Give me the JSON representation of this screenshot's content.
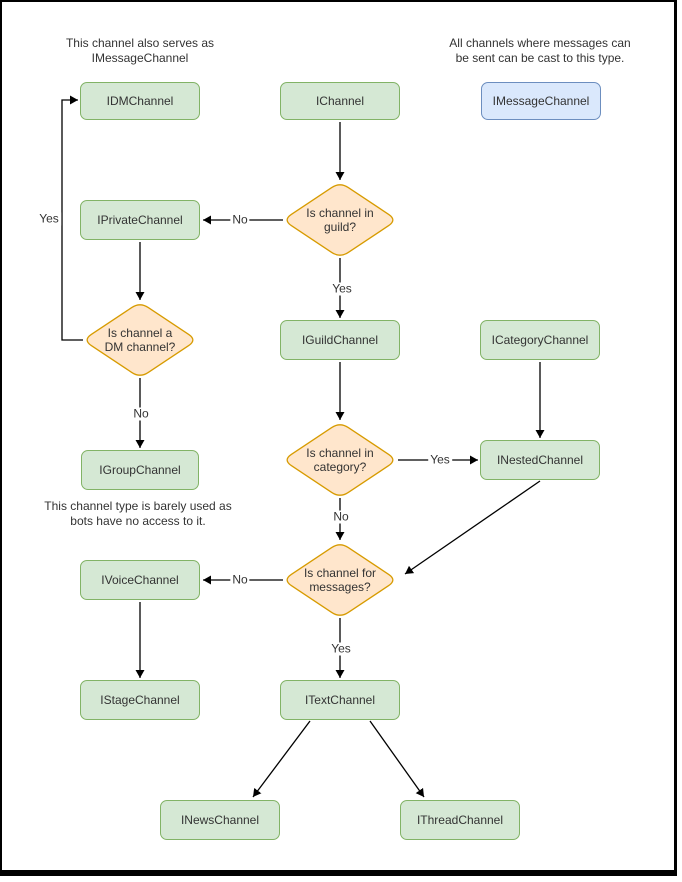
{
  "colors": {
    "interface_fill": "#d5e8d4",
    "interface_border": "#82b366",
    "message_fill": "#dae8fc",
    "message_border": "#6c8ebf",
    "decision_fill": "#ffe6cc",
    "decision_border": "#d79b00",
    "line": "#000000",
    "background": "#ffffff"
  },
  "notes": [
    {
      "text": "This channel also serves as\nIMessageChannel"
    },
    {
      "text": "All channels where messages can\nbe sent can be cast to this type."
    },
    {
      "text": "This channel type is barely used as\nbots have no access to it."
    }
  ],
  "nodes": [
    {
      "label": "IDMChannel",
      "style": "green"
    },
    {
      "label": "IChannel",
      "style": "green"
    },
    {
      "label": "IMessageChannel",
      "style": "blue"
    },
    {
      "label": "IPrivateChannel",
      "style": "green"
    },
    {
      "label": "IGuildChannel",
      "style": "green"
    },
    {
      "label": "ICategoryChannel",
      "style": "green"
    },
    {
      "label": "IGroupChannel",
      "style": "green"
    },
    {
      "label": "INestedChannel",
      "style": "green"
    },
    {
      "label": "IVoiceChannel",
      "style": "green"
    },
    {
      "label": "IStageChannel",
      "style": "green"
    },
    {
      "label": "ITextChannel",
      "style": "green"
    },
    {
      "label": "INewsChannel",
      "style": "green"
    },
    {
      "label": "IThreadChannel",
      "style": "green"
    }
  ],
  "decisions": [
    {
      "label": "Is channel in guild?"
    },
    {
      "label": "Is channel a DM channel?"
    },
    {
      "label": "Is channel in category?"
    },
    {
      "label": "Is channel for messages?"
    }
  ],
  "edges": [
    {
      "from": "IChannel",
      "to": "Is channel in guild?"
    },
    {
      "from": "Is channel in guild?",
      "to": "IPrivateChannel",
      "label": "No"
    },
    {
      "from": "Is channel in guild?",
      "to": "IGuildChannel",
      "label": "Yes"
    },
    {
      "from": "IPrivateChannel",
      "to": "Is channel a DM channel?"
    },
    {
      "from": "Is channel a DM channel?",
      "to": "IDMChannel",
      "label": "Yes"
    },
    {
      "from": "Is channel a DM channel?",
      "to": "IGroupChannel",
      "label": "No"
    },
    {
      "from": "IGuildChannel",
      "to": "Is channel in category?"
    },
    {
      "from": "Is channel in category?",
      "to": "INestedChannel",
      "label": "Yes"
    },
    {
      "from": "ICategoryChannel",
      "to": "INestedChannel"
    },
    {
      "from": "Is channel in category?",
      "to": "Is channel for messages?",
      "label": "No"
    },
    {
      "from": "INestedChannel",
      "to": "Is channel for messages?"
    },
    {
      "from": "Is channel for messages?",
      "to": "IVoiceChannel",
      "label": "No"
    },
    {
      "from": "Is channel for messages?",
      "to": "ITextChannel",
      "label": "Yes"
    },
    {
      "from": "IVoiceChannel",
      "to": "IStageChannel"
    },
    {
      "from": "ITextChannel",
      "to": "INewsChannel"
    },
    {
      "from": "ITextChannel",
      "to": "IThreadChannel"
    }
  ]
}
